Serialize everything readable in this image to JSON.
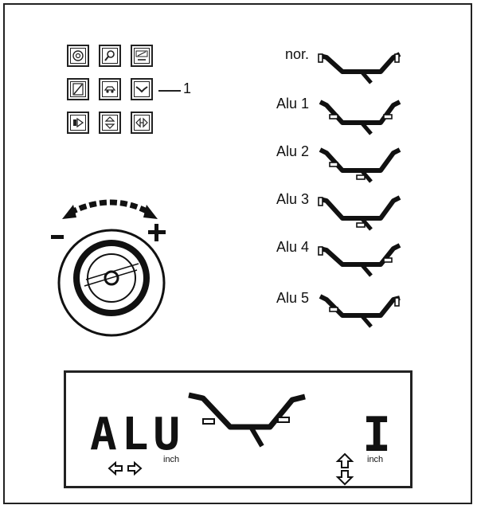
{
  "callout": {
    "number": "1"
  },
  "keypad": {
    "keys": [
      {
        "icon": "circle-target-icon"
      },
      {
        "icon": "magnifier-icon"
      },
      {
        "icon": "gram-ounce-icon"
      },
      {
        "icon": "split-icon"
      },
      {
        "icon": "car-icon"
      },
      {
        "icon": "rim-profile-icon"
      },
      {
        "icon": "move-right-icon"
      },
      {
        "icon": "up-down-icon"
      },
      {
        "icon": "left-right-icon"
      }
    ]
  },
  "rim_types": [
    {
      "label": "nor."
    },
    {
      "label": "Alu 1"
    },
    {
      "label": "Alu 2"
    },
    {
      "label": "Alu 3"
    },
    {
      "label": "Alu 4"
    },
    {
      "label": "Alu 5"
    }
  ],
  "knob": {
    "minus": "−",
    "plus": "+"
  },
  "display": {
    "mode": "ALU",
    "value": "I",
    "unit_left": "inch",
    "unit_right": "inch"
  }
}
